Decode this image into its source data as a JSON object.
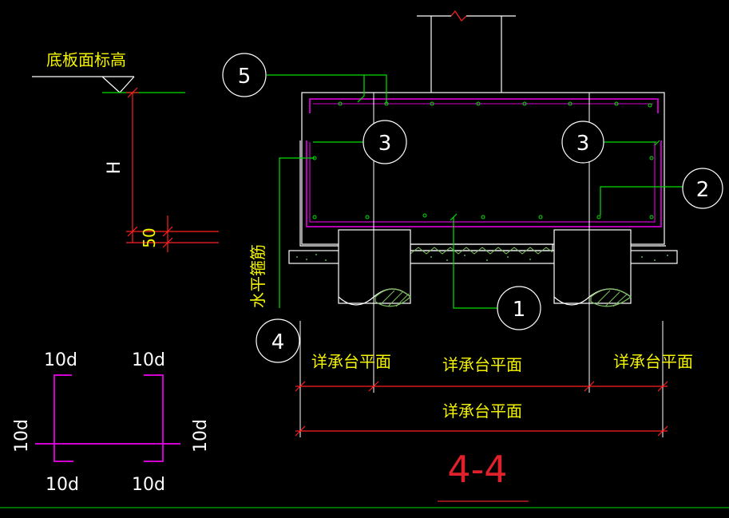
{
  "labels": {
    "slab_top_elevation": "底板面标高",
    "height": "H",
    "offset": "50",
    "horizontal_stirrup": "水平箍筋",
    "see_pile_cap_left": "详承台平面",
    "see_pile_cap_mid": "详承台平面",
    "see_pile_cap_right": "详承台平面",
    "see_pile_cap_total": "详承台平面",
    "section_title": "4-4"
  },
  "callouts": {
    "c1": "1",
    "c2": "2",
    "c3_left": "3",
    "c3_right": "3",
    "c4": "4",
    "c5": "5"
  },
  "hook_detail": {
    "top_left": "10d",
    "top_right": "10d",
    "left": "10d",
    "right": "10d",
    "bottom_left": "10d",
    "bottom_right": "10d"
  },
  "colors": {
    "background": "#000000",
    "line_white": "#ffffff",
    "leader_green": "#00e000",
    "rebar_magenta": "#d000d0",
    "text_yellow": "#f4f400",
    "dim_red": "#ff2020",
    "title_red": "#e0202a",
    "hatch_green": "#7cc060"
  }
}
